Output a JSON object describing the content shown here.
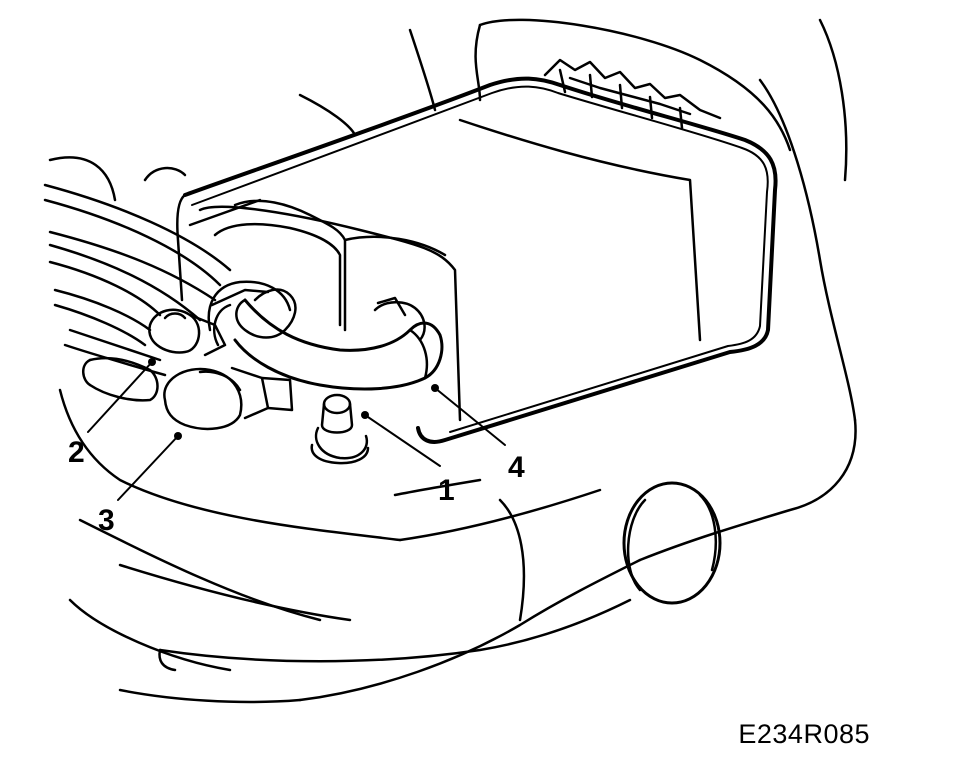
{
  "figure": {
    "code": "E234R085",
    "line_color": "#000000",
    "background": "#ffffff"
  },
  "callouts": {
    "c1": "1",
    "c2": "2",
    "c3": "3",
    "c4": "4"
  }
}
